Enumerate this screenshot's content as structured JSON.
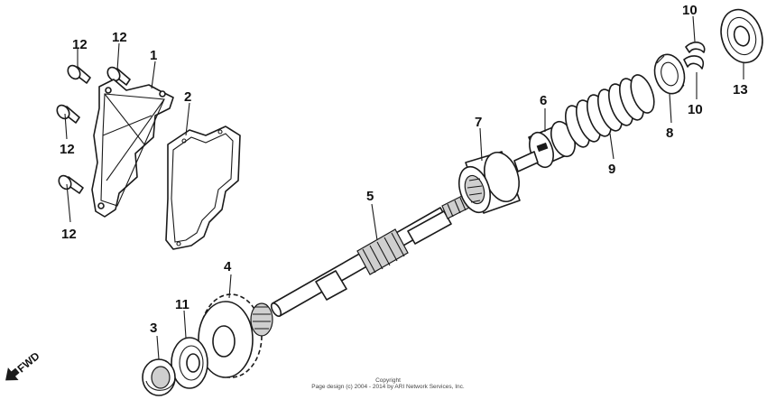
{
  "callouts": {
    "p1": "1",
    "p2": "2",
    "p3": "3",
    "p4": "4",
    "p5": "5",
    "p6": "6",
    "p7": "7",
    "p8": "8",
    "p9": "9",
    "p10a": "10",
    "p10b": "10",
    "p11": "11",
    "p12a": "12",
    "p12b": "12",
    "p12c": "12",
    "p12d": "12",
    "p13": "13"
  },
  "direction": {
    "label": "FWD",
    "icon": "arrow-icon"
  },
  "copyright": {
    "line1": "Copyright",
    "line2": "Page design (c) 2004 - 2014 by ARI Network Services, Inc."
  },
  "colors": {
    "ink": "#1a1a1a",
    "background": "#ffffff"
  }
}
